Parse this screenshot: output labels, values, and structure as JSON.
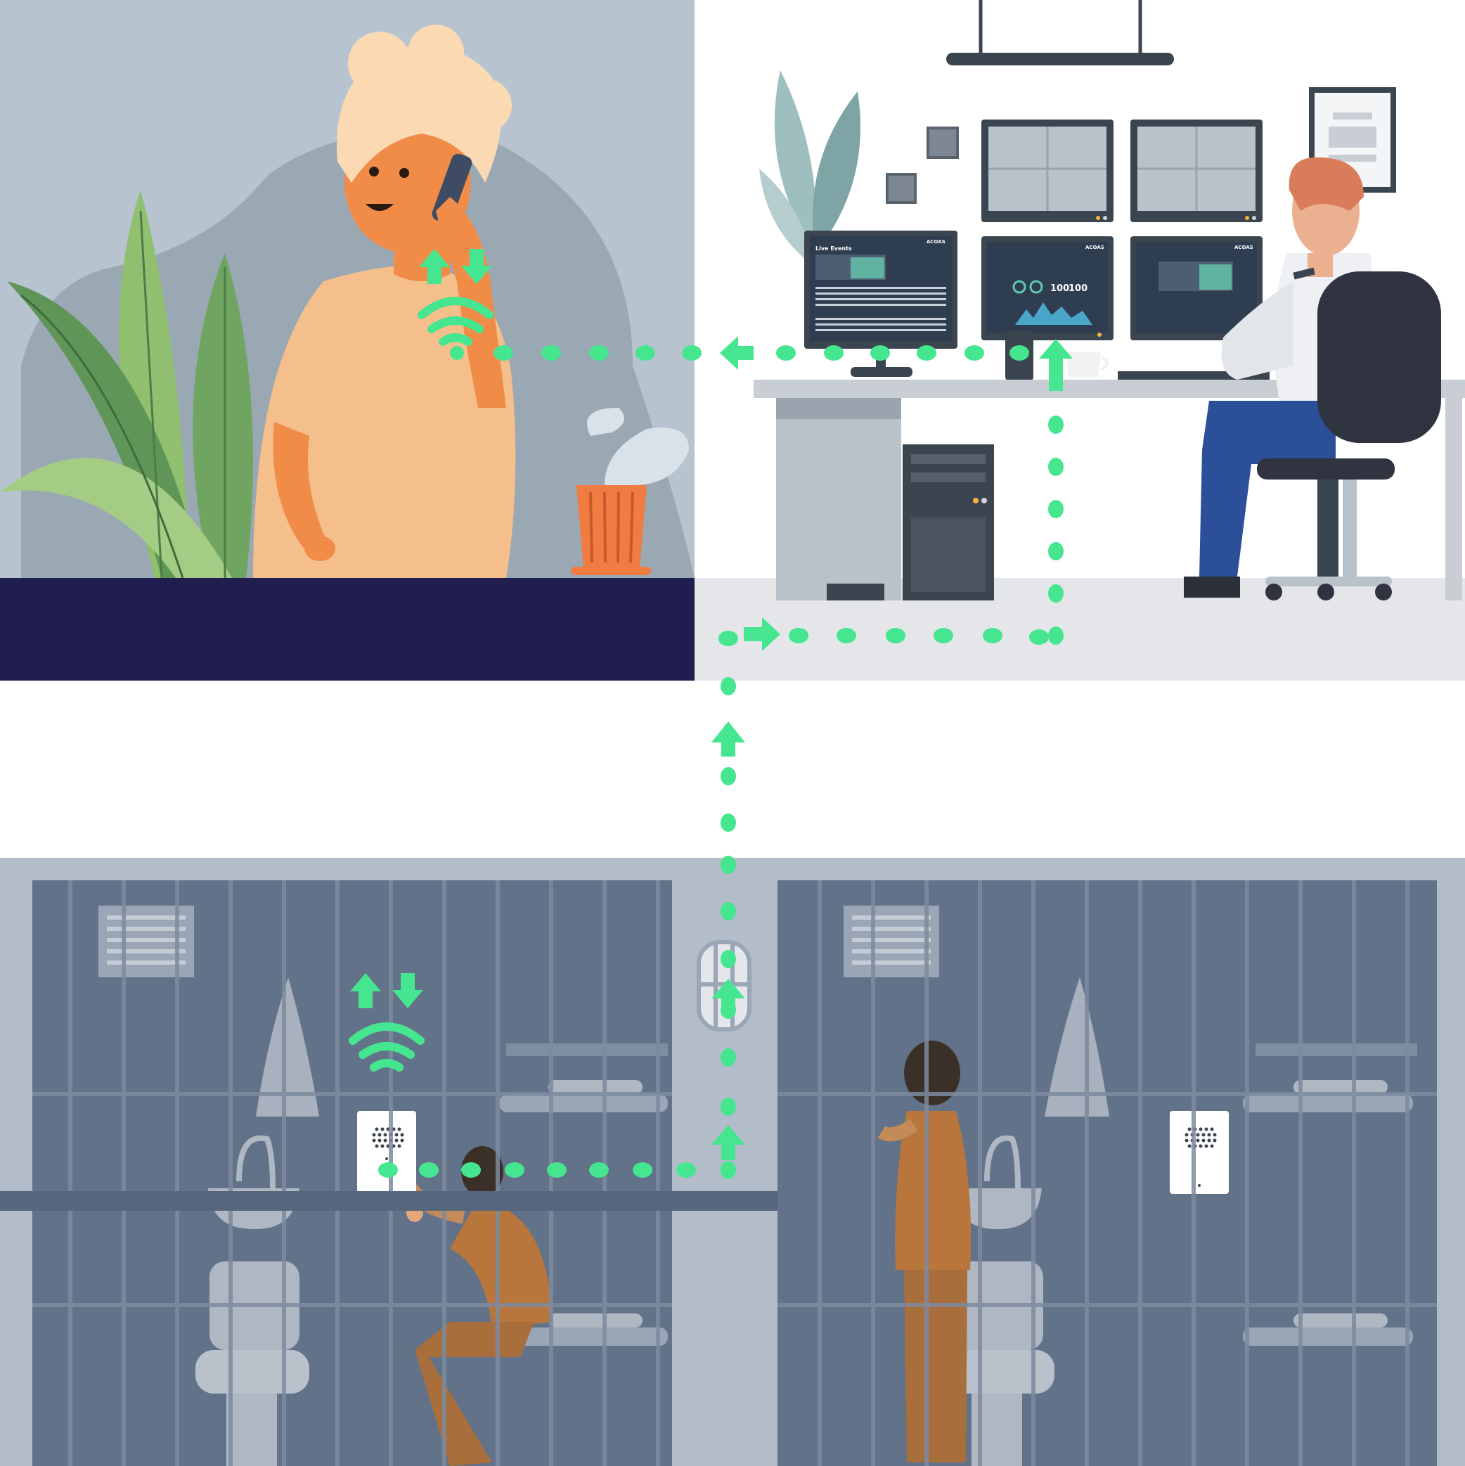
{
  "scene": {
    "brand_label": "ACOAS",
    "dashboard_values": [
      "100",
      "100"
    ],
    "dashboard_title": "Live Events",
    "colors": {
      "signal": "#45e68f",
      "home_wall": "#b7c4cf",
      "home_blob": "#9aa8b4",
      "counter": "#1f1e4f",
      "control_floor": "#e4e6ea",
      "cell_wall": "#b3bdc9",
      "cell_dark": "#627289",
      "screen": "#2f3d50"
    },
    "icons": [
      "wifi-signal-icon",
      "arrow-up-icon",
      "arrow-down-icon",
      "arrow-left-icon",
      "arrow-right-icon",
      "intercom-speaker-icon"
    ]
  }
}
